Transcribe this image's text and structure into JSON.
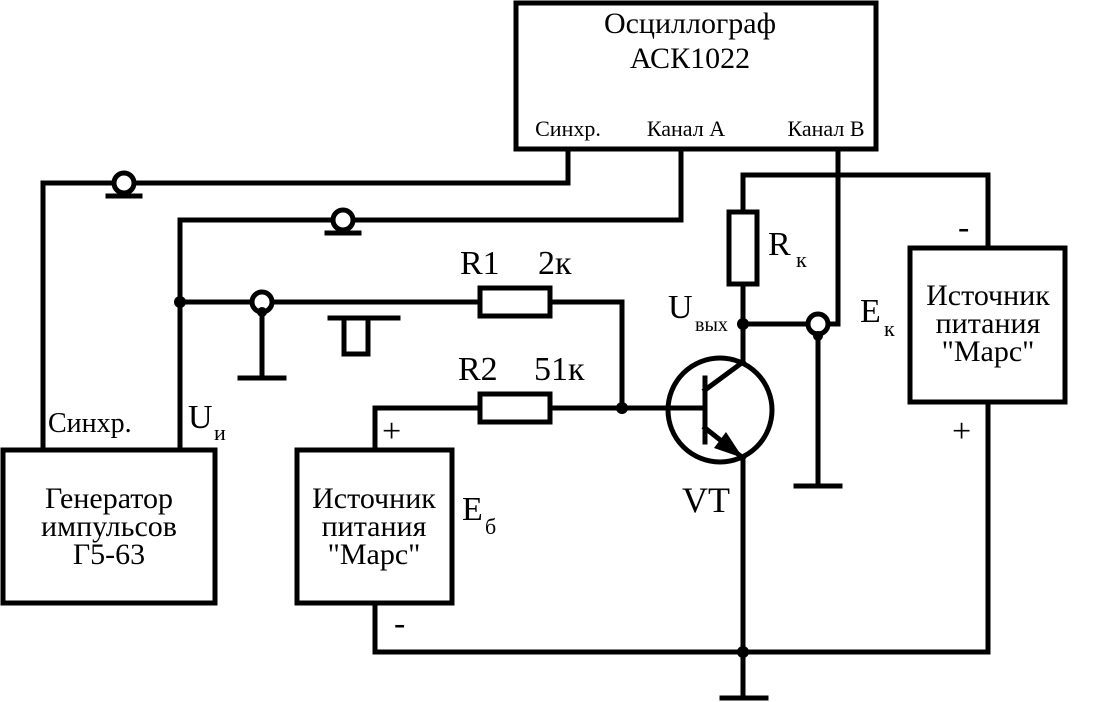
{
  "oscilloscope": {
    "title": "Осциллограф",
    "model": "АСК1022",
    "sync_input": "Синхр.",
    "channel_a": "Канал А",
    "channel_b": "Канал В"
  },
  "generator": {
    "line1": "Генератор",
    "line2": "импульсов",
    "line3": "Г5-63",
    "sync_out": "Синхр.",
    "pulse_out": "U",
    "pulse_out_sub": "и"
  },
  "base_supply": {
    "line1": "Источник",
    "line2": "питания",
    "line3": "\"Марс\"",
    "label": "E",
    "label_sub": "б",
    "plus": "+",
    "minus": "-"
  },
  "collector_supply": {
    "line1": "Источник",
    "line2": "питания",
    "line3": "\"Марс\"",
    "label": "E",
    "label_sub": "к",
    "plus": "+",
    "minus": "-"
  },
  "r1": {
    "name": "R1",
    "value": "2к"
  },
  "r2": {
    "name": "R2",
    "value": "51к"
  },
  "rk": {
    "name": "R",
    "sub": "к"
  },
  "output": {
    "label": "U",
    "sub": "вых"
  },
  "transistor": {
    "label": "VT"
  }
}
